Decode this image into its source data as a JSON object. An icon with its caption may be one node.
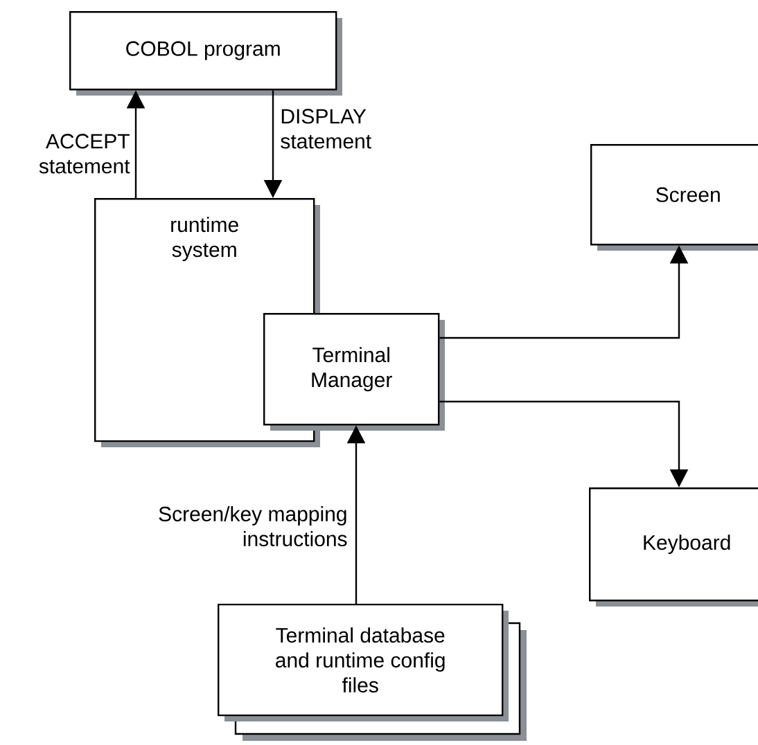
{
  "diagram": {
    "nodes": [
      {
        "text": [
          "COBOL program"
        ]
      },
      {
        "text": [
          "runtime system"
        ]
      },
      {
        "text": [
          "Terminal Manager"
        ]
      },
      {
        "text": [
          "Screen"
        ]
      },
      {
        "text": [
          "Keyboard"
        ]
      },
      {
        "text": [
          "Terminal database and runtime config files"
        ]
      }
    ],
    "edges": [
      {
        "from": 1,
        "to": 0,
        "arrow": "to",
        "label": "ACCEPT statement"
      },
      {
        "from": 0,
        "to": 1,
        "arrow": "to",
        "label": "DISPLAY statement"
      },
      {
        "from": 2,
        "to": 3,
        "arrow": "to"
      },
      {
        "from": 2,
        "to": 4,
        "arrow": "to"
      },
      {
        "from": 5,
        "to": 2,
        "arrow": "to",
        "label": "Screen/key mapping instructions"
      }
    ]
  }
}
